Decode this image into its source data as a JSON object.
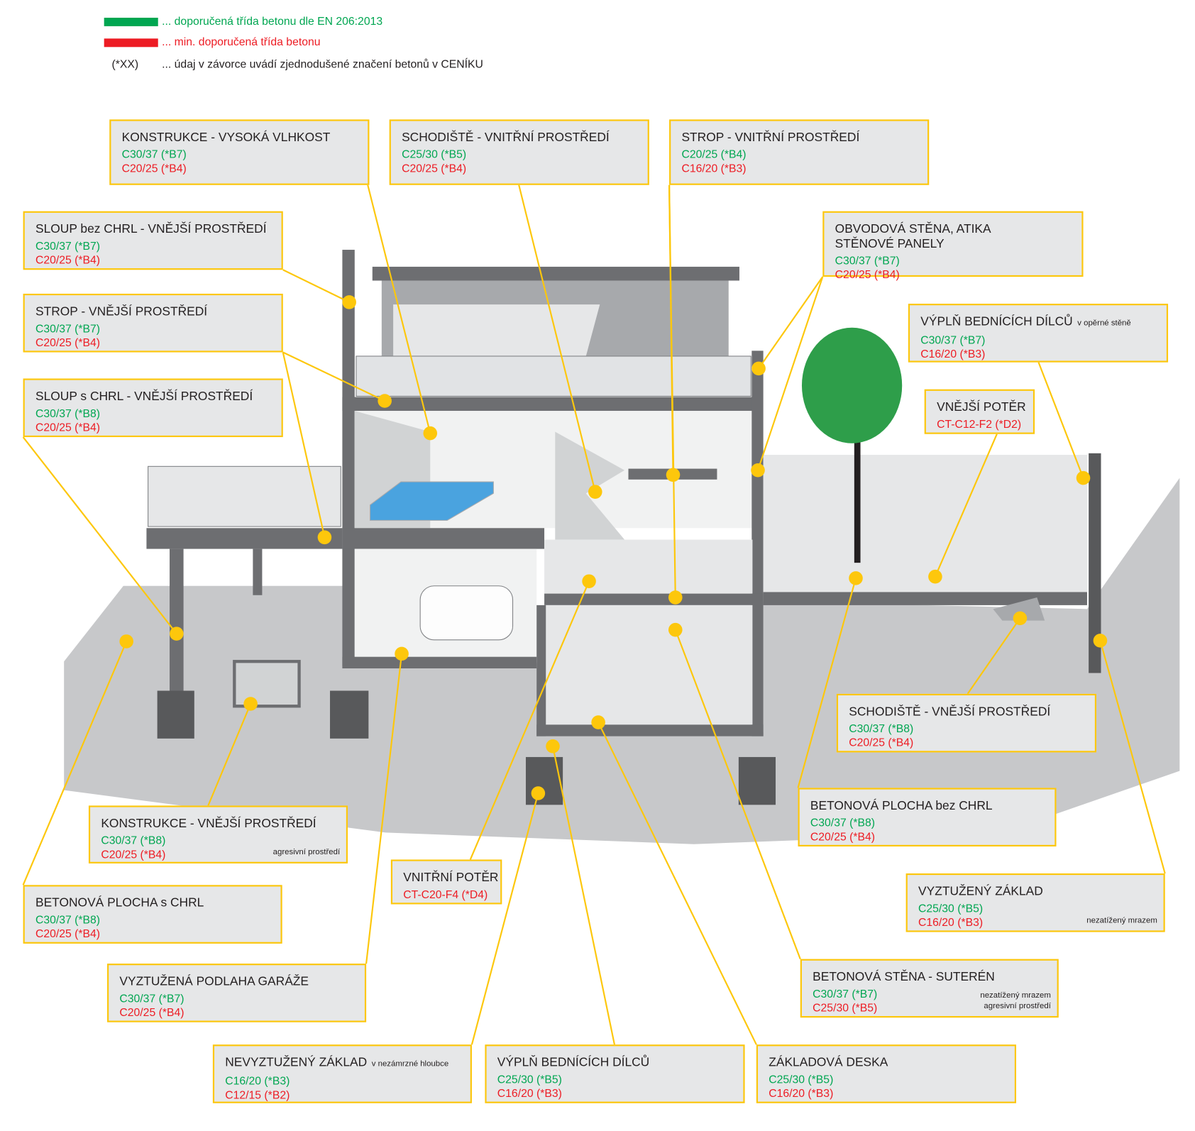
{
  "legend": {
    "green_text": "... doporučená třída betonu dle EN 206:2013",
    "red_text": "... min. doporučená třída betonu",
    "code_label": "(*XX)",
    "code_text": "... údaj v závorce uvádí zjednodušené značení betonů v CENÍKU",
    "green_color": "#00a651",
    "red_color": "#ed1c24"
  },
  "labels": [
    {
      "title": "KONSTRUKCE - VYSOKÁ VLHKOST",
      "recommended": "C30/37 (*B7)",
      "minimum": "C20/25 (*B4)"
    },
    {
      "title": "SCHODIŠTĚ - VNITŘNÍ PROSTŘEDÍ",
      "recommended": "C25/30 (*B5)",
      "minimum": "C20/25 (*B4)"
    },
    {
      "title": "STROP - VNITŘNÍ PROSTŘEDÍ",
      "recommended": "C20/25 (*B4)",
      "minimum": "C16/20 (*B3)"
    },
    {
      "title": "SLOUP bez CHRL - VNĚJŠÍ PROSTŘEDÍ",
      "recommended": "C30/37 (*B7)",
      "minimum": "C20/25 (*B4)"
    },
    {
      "title": "OBVODOVÁ STĚNA, ATIKA",
      "title2": "STĚNOVÉ PANELY",
      "recommended": "C30/37 (*B7)",
      "minimum": "C20/25 (*B4)"
    },
    {
      "title": "STROP - VNĚJŠÍ PROSTŘEDÍ",
      "recommended": "C30/37 (*B7)",
      "minimum": "C20/25 (*B4)"
    },
    {
      "title": "VÝPLŇ BEDNÍCÍCH DÍLCŮ",
      "subtitle": "v opěrné stěně",
      "recommended": "C30/37 (*B7)",
      "minimum": "C16/20 (*B3)"
    },
    {
      "title": "VNĚJŠÍ POTĚR",
      "minimum": "CT-C12-F2 (*D2)"
    },
    {
      "title": "SLOUP s CHRL - VNĚJŠÍ PROSTŘEDÍ",
      "recommended": "C30/37 (*B8)",
      "minimum": "C20/25 (*B4)"
    },
    {
      "title": "SCHODIŠTĚ - VNĚJŠÍ PROSTŘEDÍ",
      "recommended": "C30/37 (*B8)",
      "minimum": "C20/25 (*B4)"
    },
    {
      "title": "BETONOVÁ PLOCHA bez CHRL",
      "recommended": "C30/37 (*B8)",
      "minimum": "C20/25 (*B4)"
    },
    {
      "title": "KONSTRUKCE - VNĚJŠÍ PROSTŘEDÍ",
      "recommended": "C30/37 (*B8)",
      "minimum": "C20/25 (*B4)",
      "note": "agresivní prostředí"
    },
    {
      "title": "VNITŘNÍ POTĚR",
      "minimum": "CT-C20-F4 (*D4)"
    },
    {
      "title": "BETONOVÁ PLOCHA s CHRL",
      "recommended": "C30/37 (*B8)",
      "minimum": "C20/25 (*B4)"
    },
    {
      "title": "VYZTUŽENÝ ZÁKLAD",
      "recommended": "C25/30 (*B5)",
      "minimum": "C16/20 (*B3)",
      "note": "nezatížený mrazem"
    },
    {
      "title": "VYZTUŽENÁ PODLAHA GARÁŽE",
      "recommended": "C30/37 (*B7)",
      "minimum": "C20/25 (*B4)"
    },
    {
      "title": "BETONOVÁ STĚNA - SUTERÉN",
      "recommended": "C30/37 (*B7)",
      "minimum": "C25/30 (*B5)",
      "note": "nezatížený mrazem",
      "note2": "agresivní prostředí"
    },
    {
      "title": "NEVYZTUŽENÝ ZÁKLAD",
      "subtitle": "v nezámrzné hloubce",
      "recommended": "C16/20 (*B3)",
      "minimum": "C12/15 (*B2)"
    },
    {
      "title": "VÝPLŇ BEDNÍCÍCH DÍLCŮ",
      "recommended": "C25/30 (*B5)",
      "minimum": "C16/20 (*B3)"
    },
    {
      "title": "ZÁKLADOVÁ DESKA",
      "recommended": "C25/30 (*B5)",
      "minimum": "C16/20 (*B3)"
    }
  ]
}
